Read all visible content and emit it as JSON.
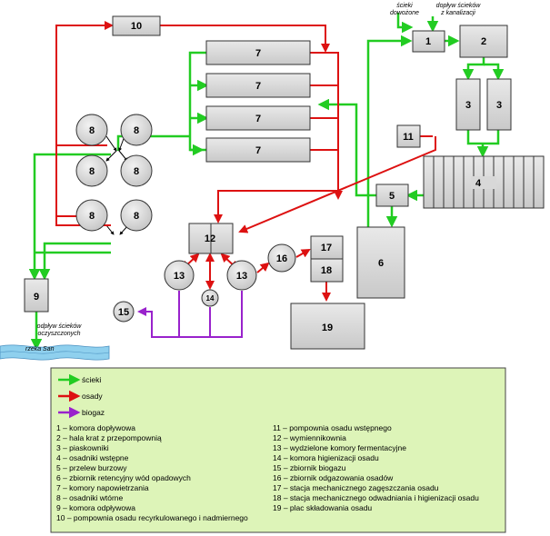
{
  "colors": {
    "wastewater": "#22cc22",
    "sludge": "#dd1111",
    "biogas": "#9922cc",
    "legend_bg": "#ddf4b8"
  },
  "units": {
    "u1": "1",
    "u2": "2",
    "u3a": "3",
    "u3b": "3",
    "u4": "4",
    "u5": "5",
    "u6": "6",
    "u7": "7",
    "u8": "8",
    "u9": "9",
    "u10": "10",
    "u11": "11",
    "u12": "12",
    "u13": "13",
    "u14": "14",
    "u15": "15",
    "u16": "16",
    "u17": "17",
    "u18": "18",
    "u19": "19"
  },
  "annotations": {
    "delivered_wastewater": [
      "ścieki",
      "dowożone"
    ],
    "sewer_inflow": [
      "dopływ ścieków",
      "z kanalizacji"
    ],
    "treated_outflow": [
      "odpływ ścieków",
      "oczyszczonych"
    ],
    "river": "rzeka San"
  },
  "legend": {
    "flows": [
      {
        "label": "ścieki",
        "icon": "green-arrow-icon"
      },
      {
        "label": "osady",
        "icon": "red-arrow-icon"
      },
      {
        "label": "biogaz",
        "icon": "purple-arrow-icon"
      }
    ],
    "left": [
      "1 – komora dopływowa",
      "2 – hala krat z przepompownią",
      "3 – piaskowniki",
      "4 – osadniki wstępne",
      "5 – przelew burzowy",
      "6 – zbiornik retencyjny wód opadowych",
      "7 – komory napowietrzania",
      "8 – osadniki wtórne",
      "9 – komora odpływowa",
      "10 – pompownia osadu recyrkulowanego i nadmiernego"
    ],
    "right": [
      "11 – pompownia osadu wstępnego",
      "12 – wymiennikownia",
      "13 – wydzielone komory fermentacyjne",
      "14 – komora higienizacji osadu",
      "15 – zbiornik biogazu",
      "16 – zbiornik odgazowania osadów",
      "17 – stacja mechanicznego zagęszczania osadu",
      "18 – stacja mechanicznego odwadniania i higienizacji osadu",
      "19 – plac składowania osadu"
    ]
  }
}
